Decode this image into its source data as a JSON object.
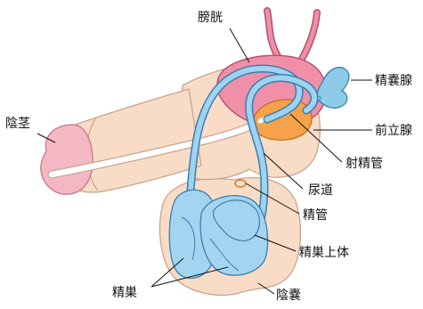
{
  "labels": {
    "bladder": "膀胱",
    "seminal_vesicle": "精嚢腺",
    "penis": "陰茎",
    "prostate": "前立腺",
    "ejaculatory_duct": "射精管",
    "urethra": "尿道",
    "vas_deferens": "精管",
    "epididymis": "精巣上体",
    "testis": "精巣",
    "scrotum": "陰嚢"
  },
  "colors": {
    "skin": "#f8dcc6",
    "skin_outline": "#c9a58f",
    "bladder": "#ef8fa8",
    "bladder_outline": "#b4506a",
    "glans": "#f4b8c4",
    "vesicle": "#8ecbe8",
    "duct": "#9fd3ef",
    "duct_outline": "#3a7fae",
    "testis": "#a3d5f0",
    "prostate": "#f5a24a",
    "prostate_outline": "#c66f1c",
    "urethra_tube": "#ffffff",
    "label_text": "#111111"
  }
}
